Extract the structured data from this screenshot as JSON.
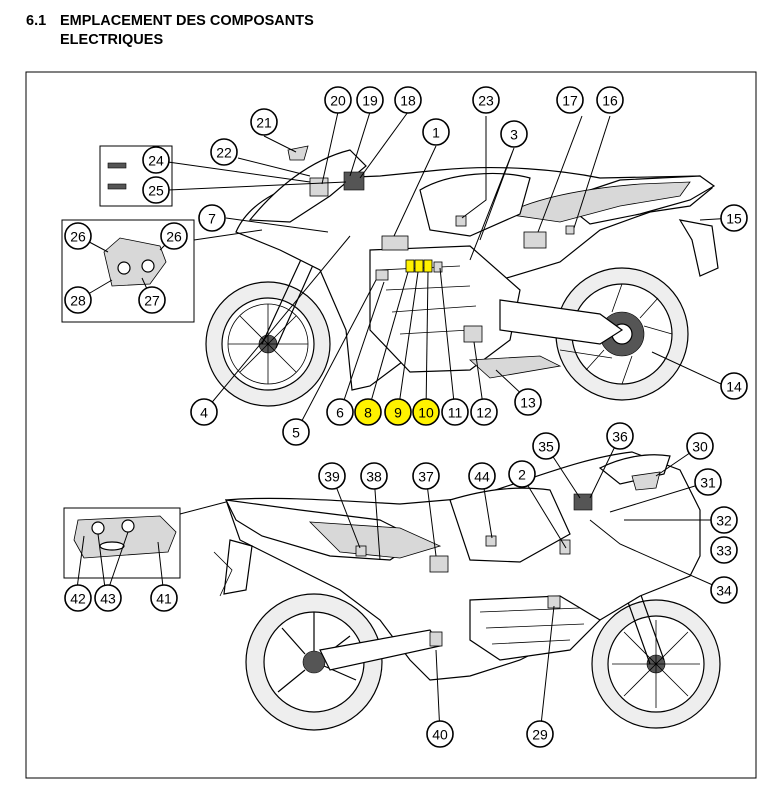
{
  "header": {
    "section_number": "6.1",
    "title_line1": "EMPLACEMENT DES COMPOSANTS",
    "title_line2": "ELECTRIQUES"
  },
  "diagram": {
    "highlight_color": "#fff200",
    "callouts": [
      "1",
      "2",
      "3",
      "4",
      "5",
      "6",
      "7",
      "8",
      "9",
      "10",
      "11",
      "12",
      "13",
      "14",
      "15",
      "16",
      "17",
      "18",
      "19",
      "20",
      "21",
      "22",
      "23",
      "24",
      "25",
      "26",
      "27",
      "28",
      "29",
      "30",
      "31",
      "32",
      "33",
      "34",
      "35",
      "36",
      "37",
      "38",
      "39",
      "40",
      "41",
      "42",
      "43",
      "44"
    ],
    "highlighted_callouts": [
      "8",
      "9",
      "10"
    ]
  }
}
